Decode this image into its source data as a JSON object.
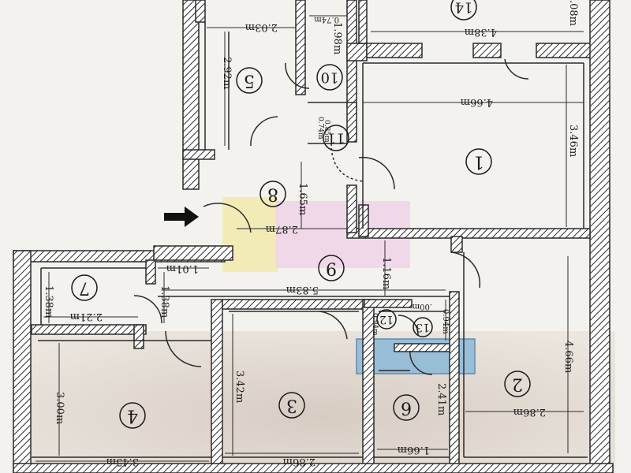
{
  "rooms": [
    {
      "label": "1"
    },
    {
      "label": "2"
    },
    {
      "label": "3"
    },
    {
      "label": "4"
    },
    {
      "label": "5"
    },
    {
      "label": "6"
    },
    {
      "label": "7"
    },
    {
      "label": "8"
    },
    {
      "label": "9"
    },
    {
      "label": "10"
    },
    {
      "label": "11"
    },
    {
      "label": "12"
    },
    {
      "label": "13"
    },
    {
      "label": "14"
    }
  ],
  "dimensions": [
    {
      "text": "2.03m"
    },
    {
      "text": "0.74m"
    },
    {
      "text": "1.98m"
    },
    {
      "text": "2.92m"
    },
    {
      "text": "4.38m"
    },
    {
      "text": "4.66m"
    },
    {
      "text": "3.46m"
    },
    {
      "text": ".08m"
    },
    {
      "text": "0.74m"
    },
    {
      "text": "0.85m"
    },
    {
      "text": "1.65m"
    },
    {
      "text": "2.87m"
    },
    {
      "text": "1.01m"
    },
    {
      "text": "1.16m"
    },
    {
      "text": "5.83m"
    },
    {
      "text": "1.38m"
    },
    {
      "text": "1.38m"
    },
    {
      "text": "2.21m"
    },
    {
      "text": ".00m"
    },
    {
      "text": "0.94m"
    },
    {
      "text": "0.94m"
    },
    {
      "text": "3.00m"
    },
    {
      "text": "3.42m"
    },
    {
      "text": "2.41m"
    },
    {
      "text": "4.66m"
    },
    {
      "text": "2.86m"
    },
    {
      "text": "3.45m"
    },
    {
      "text": "2.86m"
    },
    {
      "text": "1.66m"
    }
  ],
  "colors": {
    "wall": "#2a2a2a",
    "floor_stain": "#d9cfc5",
    "highlight_yellow": "#f3e9a8",
    "highlight_pink": "#f0cfe6",
    "highlight_blue": "#8cb9d9"
  },
  "icons": {
    "entrance": "entrance-arrow-icon"
  }
}
